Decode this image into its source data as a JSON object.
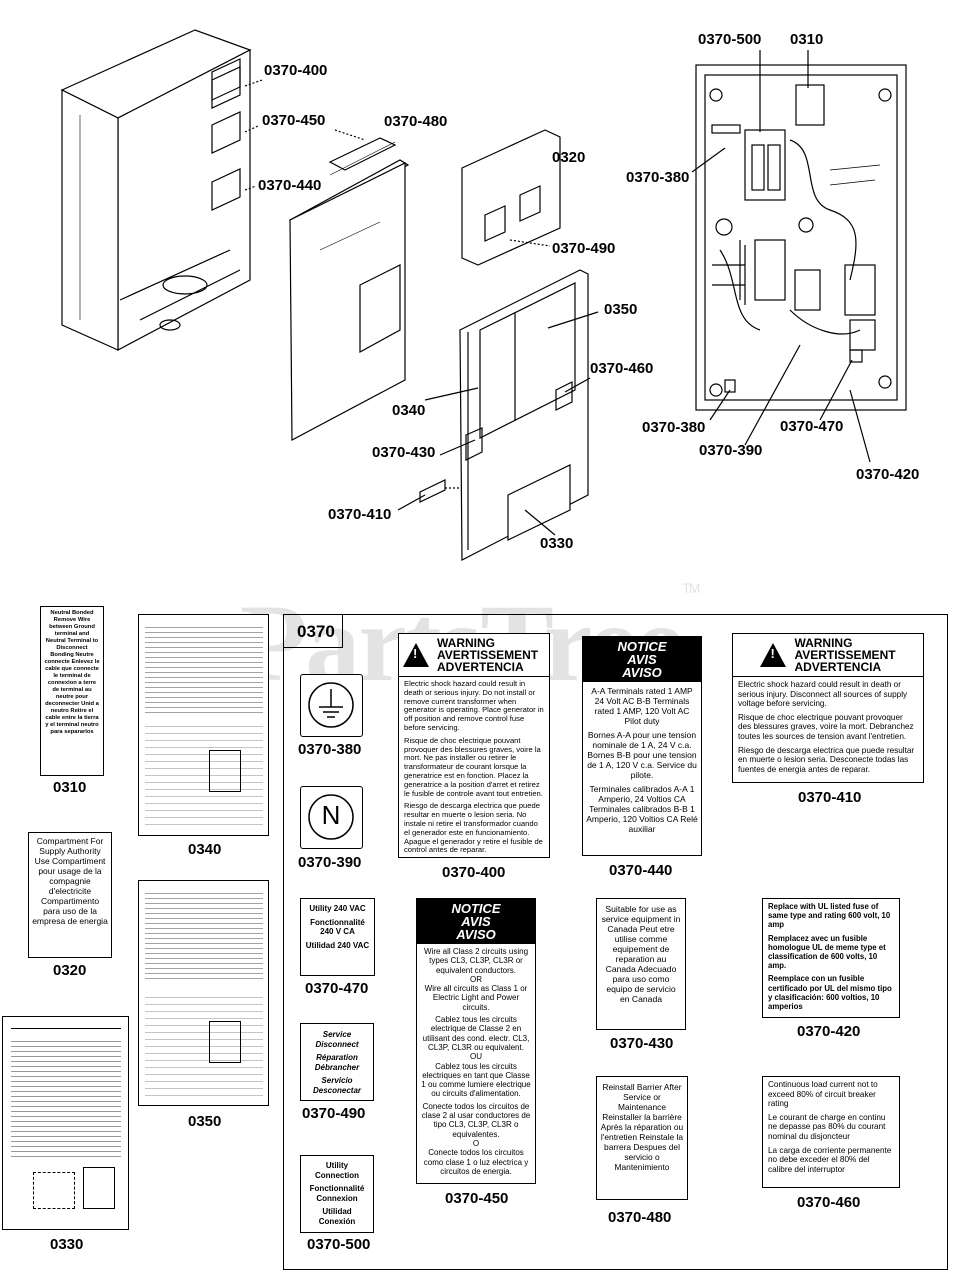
{
  "watermark": {
    "text": "PartsTree",
    "tm": "TM"
  },
  "callouts": {
    "c0370_400": "0370-400",
    "c0370_450": "0370-450",
    "c0370_440": "0370-440",
    "c0370_480": "0370-480",
    "c0320": "0320",
    "c0370_490": "0370-490",
    "c0350": "0350",
    "c0370_460": "0370-460",
    "c0340": "0340",
    "c0370_430": "0370-430",
    "c0370_410": "0370-410",
    "c0330": "0330",
    "c0370_500": "0370-500",
    "c0310": "0310",
    "c0370_380a": "0370-380",
    "c0370_380b": "0370-380",
    "c0370_390": "0370-390",
    "c0370_470": "0370-470",
    "c0370_420": "0370-420"
  },
  "bottom_labels": {
    "l0310": "0310",
    "l0340": "0340",
    "l0320": "0320",
    "l0350": "0350",
    "l0330": "0330",
    "l0370_380": "0370-380",
    "l0370_390": "0370-390",
    "l0370_400": "0370-400",
    "l0370_440": "0370-440",
    "l0370_410": "0370-410",
    "l0370_470": "0370-470",
    "l0370_450": "0370-450",
    "l0370_430": "0370-430",
    "l0370_420": "0370-420",
    "l0370_490": "0370-490",
    "l0370_480": "0370-480",
    "l0370_460": "0370-460",
    "l0370_500": "0370-500",
    "frame_tag": "0370"
  },
  "label_0310": {
    "text": "Neutral Bonded Remove Wire between Ground terminal and Neutral Terminal to Disconnect Bonding Neutre connecte Enlevez le cable que connecte le terminal de connexion a terre de terminal au neutre pour deconnecter Unid a neutro Retire el cable entre la tierra y el terminal neutro para separarlos"
  },
  "label_0320": {
    "text": "Compartment For Supply Authority Use Compartiment pour usage de la compagnie d'electricite Compartimento para uso de la empresa de energia"
  },
  "warn_0370_400": {
    "h1": "WARNING",
    "h2": "AVERTISSEMENT",
    "h3": "ADVERTENCIA",
    "p1": "Electric shock hazard could result in death or serious injury. Do not install or remove current transformer when generator is operating. Place generator in off position and remove control fuse before servicing.",
    "p2": "Risque de choc electrique pouvant provoquer des blessures graves, voire la mort. Ne pas installer ou retirer le transformateur de courant lorsque la generatrice est en fonction. Placez la generatrice a la position d'arret et retirez le fusible de controle avant tout entretien.",
    "p3": "Riesgo de descarga electrica que puede resultar en muerte o lesion seria. No instale ni retire el transformador cuando el generador este en funcionamiento. Apague el generador y retire el fusible de control antes de reparar."
  },
  "notice_0370_440": {
    "h1": "NOTICE",
    "h2": "AVIS",
    "h3": "AVISO",
    "p1": "A-A Terminals rated 1 AMP 24 Volt AC B-B Terminals rated 1 AMP, 120 Volt AC Pilot duty",
    "p2": "Bornes A-A pour une tension nominale de 1 A, 24 V c.a. Bornes B-B pour une tension de 1 A, 120 V c.a. Service du pilote.",
    "p3": "Terminales calibrados A-A 1 Amperio, 24 Voltios CA Terminales calibrados B-B 1 Amperio, 120 Voltios CA Relé auxiliar"
  },
  "warn_0370_410": {
    "h1": "WARNING",
    "h2": "AVERTISSEMENT",
    "h3": "ADVERTENCIA",
    "p1": "Electric shock hazard could result in death or serious injury. Disconnect all sources of supply voltage before servicing.",
    "p2": "Risque de choc electrique pouvant provoquer des blessures graves, voire la mort. Debranchez toutes les sources de tension avant l'entretien.",
    "p3": "Riesgo de descarga electrica que puede resultar en muerte o lesion seria. Desconecte todas las fuentes de energia antes de reparar."
  },
  "sym_0370_390": {
    "letter": "N"
  },
  "label_0370_470": {
    "a": "Utility 240 VAC",
    "b": "Fonctionnalité 240 V CA",
    "c": "Utilidad 240 VAC"
  },
  "notice_0370_450": {
    "h1": "NOTICE",
    "h2": "AVIS",
    "h3": "AVISO",
    "p1": "Wire all Class 2 circuits using types CL3, CL3P, CL3R or equivalent conductors.",
    "or1": "OR",
    "p2": "Wire all circuits as Class 1 or Electric Light and Power circuits.",
    "p3": "Cablez tous les circuits electrique de Classe 2 en utilisant des cond. electr. CL3, CL3P, CL3R ou equivalent.",
    "or2": "OU",
    "p4": "Cablez tous les circuits electriques en tant que Classe 1 ou comme lumiere electrique ou circuits d'alimentation.",
    "p5": "Conecte todos los circuitos de clase 2 al usar conductores de tipo CL3, CL3P, CL3R o equivalentes.",
    "or3": "O",
    "p6": "Conecte todos los circuitos como clase 1 o luz electrica y circuitos de energia."
  },
  "label_0370_430": {
    "text": "Suitable for use as service equipment in Canada Peut etre utilise comme equipement de reparation au Canada Adecuado para uso como equipo de servicio en Canada"
  },
  "label_0370_420": {
    "p1": "Replace with UL listed fuse of same type and rating 600 volt, 10 amp",
    "p2": "Remplacez avec un fusible homologue UL de meme type et classification de 600 volts, 10 amp.",
    "p3": "Reemplace con un fusible certificado por UL del mismo tipo y clasificación: 600 voltios, 10 amperios"
  },
  "label_0370_490": {
    "a": "Service Disconnect",
    "b": "Réparation Débrancher",
    "c": "Servicio Desconectar"
  },
  "label_0370_480": {
    "text": "Reinstall Barrier After Service or Maintenance Reinstaller la barrière Après la réparation ou l'entretien Reinstale la barrera Despues del servicio o Mantenimiento"
  },
  "label_0370_460": {
    "p1": "Continuous load current not to exceed 80% of circuit breaker rating",
    "p2": "Le courant de charge en continu ne depasse pas 80% du courant nominal du disjoncteur",
    "p3": "La carga de corriente permanente no debe exceder el 80% del calibre del interruptor"
  },
  "label_0370_500": {
    "a": "Utility Connection",
    "b": "Fonctionnalité Connexion",
    "c": "Utilidad Conexión"
  }
}
